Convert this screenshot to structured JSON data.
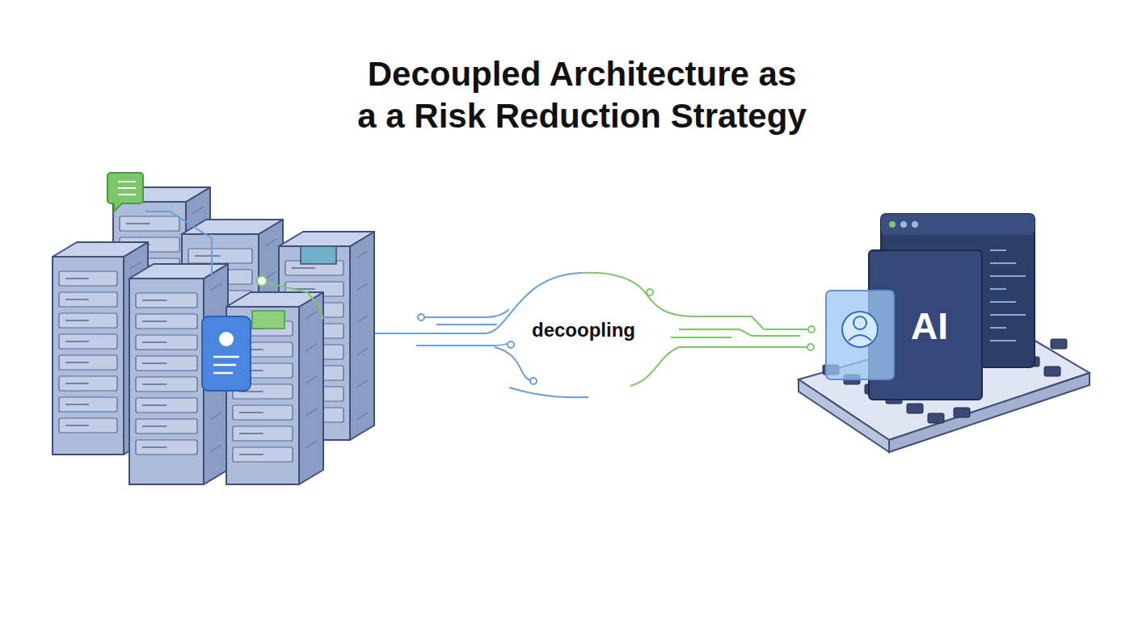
{
  "diagram": {
    "title": "Decoupled Architecture as a a Risk Reduction Strategy",
    "nodes": [
      {
        "text": [
          "AI"
        ]
      }
    ],
    "labels": [
      "decoopling"
    ]
  }
}
